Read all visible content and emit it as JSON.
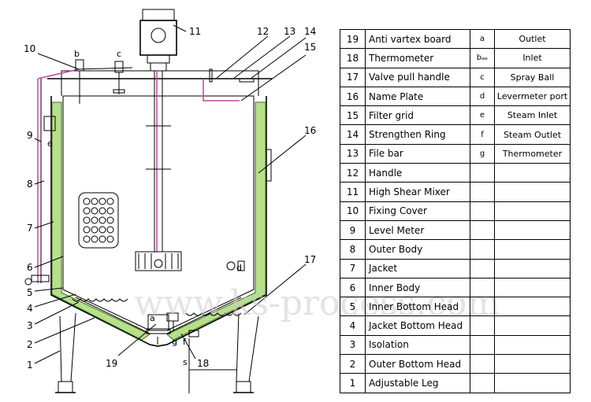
{
  "diagram": {
    "callouts": [
      "1",
      "2",
      "3",
      "4",
      "5",
      "6",
      "7",
      "8",
      "9",
      "10",
      "11",
      "12",
      "13",
      "14",
      "15",
      "16",
      "17",
      "18",
      "19"
    ],
    "port_letters": {
      "a": "a",
      "b": "b",
      "c": "c",
      "d": "d",
      "e": "e",
      "f": "f",
      "g": "g"
    },
    "sub_label": "s",
    "watermark": "www.ks-process.com"
  },
  "parts_table": {
    "rows": [
      {
        "num": "19",
        "name": "Anti vartex board",
        "code": "a",
        "desc": "Outlet"
      },
      {
        "num": "18",
        "name": "Thermometer",
        "code": "bₐₑ",
        "desc": "Inlet"
      },
      {
        "num": "17",
        "name": "Valve pull handle",
        "code": "c",
        "desc": "Spray Ball"
      },
      {
        "num": "16",
        "name": "Name Plate",
        "code": "d",
        "desc": "Levermeter port"
      },
      {
        "num": "15",
        "name": "Filter grid",
        "code": "e",
        "desc": "Steam Inlet"
      },
      {
        "num": "14",
        "name": "Strengthen Ring",
        "code": "f",
        "desc": "Steam Outlet"
      },
      {
        "num": "13",
        "name": "File bar",
        "code": "g",
        "desc": "Thermometer"
      },
      {
        "num": "12",
        "name": "Handle",
        "code": "",
        "desc": ""
      },
      {
        "num": "11",
        "name": "High Shear Mixer",
        "code": "",
        "desc": ""
      },
      {
        "num": "10",
        "name": "Fixing Cover",
        "code": "",
        "desc": ""
      },
      {
        "num": "9",
        "name": "Level Meter",
        "code": "",
        "desc": ""
      },
      {
        "num": "8",
        "name": "Outer Body",
        "code": "",
        "desc": ""
      },
      {
        "num": "7",
        "name": "Jacket",
        "code": "",
        "desc": ""
      },
      {
        "num": "6",
        "name": "Inner Body",
        "code": "",
        "desc": ""
      },
      {
        "num": "5",
        "name": "Inner Bottom Head",
        "code": "",
        "desc": ""
      },
      {
        "num": "4",
        "name": "Jacket Bottom Head",
        "code": "",
        "desc": ""
      },
      {
        "num": "3",
        "name": "Isolation",
        "code": "",
        "desc": ""
      },
      {
        "num": "2",
        "name": "Outer Bottom Head",
        "code": "",
        "desc": ""
      },
      {
        "num": "1",
        "name": "Adjustable Leg",
        "code": "",
        "desc": ""
      }
    ]
  }
}
